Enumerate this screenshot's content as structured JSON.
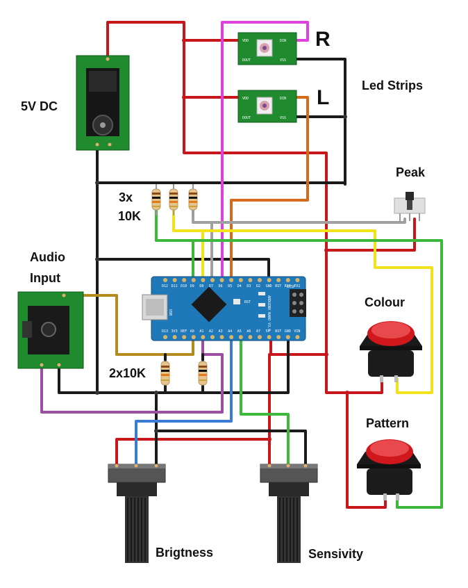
{
  "labels": {
    "power": "5V DC",
    "strip_r": "R",
    "strip_l": "L",
    "led_strips": "Led Strips",
    "peak": "Peak",
    "resistors_3": "3x",
    "resistors_3_value": "10K",
    "audio_input_line1": "Audio",
    "audio_input_line2": "Input",
    "colour": "Colour",
    "resistors_2": "2x10K",
    "pattern": "Pattern",
    "brightness": "Brigtness",
    "sensitivity": "Sensivity"
  },
  "led_module": {
    "pin_vdd": "VDD",
    "pin_din": "DIN",
    "pin_dout": "DOUT",
    "pin_vss": "VSS"
  },
  "arduino": {
    "top_pins": [
      "D12",
      "D11",
      "D10",
      "D9",
      "D8",
      "D7",
      "D6",
      "D5",
      "D4",
      "D3",
      "D2",
      "GND",
      "RST",
      "RX0",
      "TX1"
    ],
    "bottom_pins": [
      "D13",
      "3V3",
      "REF",
      "A0",
      "A1",
      "A2",
      "A3",
      "A4",
      "A5",
      "A6",
      "A7",
      "5V",
      "RST",
      "GND",
      "VIN"
    ],
    "board_text": "ARDUINO NANO V3.0",
    "icsp": "ICSP",
    "usb_label": "USB",
    "rst_label": "RST"
  },
  "colors": {
    "wire_red": "#c8171c",
    "wire_black": "#1a1a1a",
    "wire_magenta": "#e040e0",
    "wire_orange": "#d46a1a",
    "wire_yellow": "#f2e21a",
    "wire_green": "#3cb83c",
    "wire_gray": "#a0a0a0",
    "wire_purple": "#9c4fa0",
    "wire_blue": "#3a7bd5",
    "wire_brown": "#b58a1e",
    "pcb_green": "#1f8a2e",
    "arduino_blue": "#1f79b8",
    "button_red": "#d0181c"
  }
}
